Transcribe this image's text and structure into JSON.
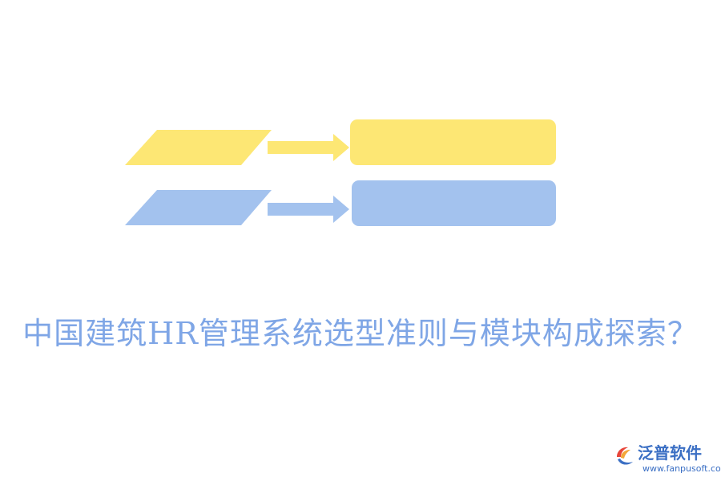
{
  "diagram": {
    "rows": [
      {
        "color": "#FDE774",
        "parallelogram_label": "",
        "box_label": ""
      },
      {
        "color": "#A3C2EE",
        "parallelogram_label": "",
        "box_label": ""
      }
    ]
  },
  "title": {
    "text": "中国建筑HR管理系统选型准则与模块构成探索？",
    "color": "#7FA6E6"
  },
  "logo": {
    "name": "泛普软件",
    "url": "www.fanpusoft.com",
    "name_color": "#3B6FC4",
    "mark_colors": [
      "#E8463A",
      "#F3A73B",
      "#3B6FC4"
    ]
  }
}
